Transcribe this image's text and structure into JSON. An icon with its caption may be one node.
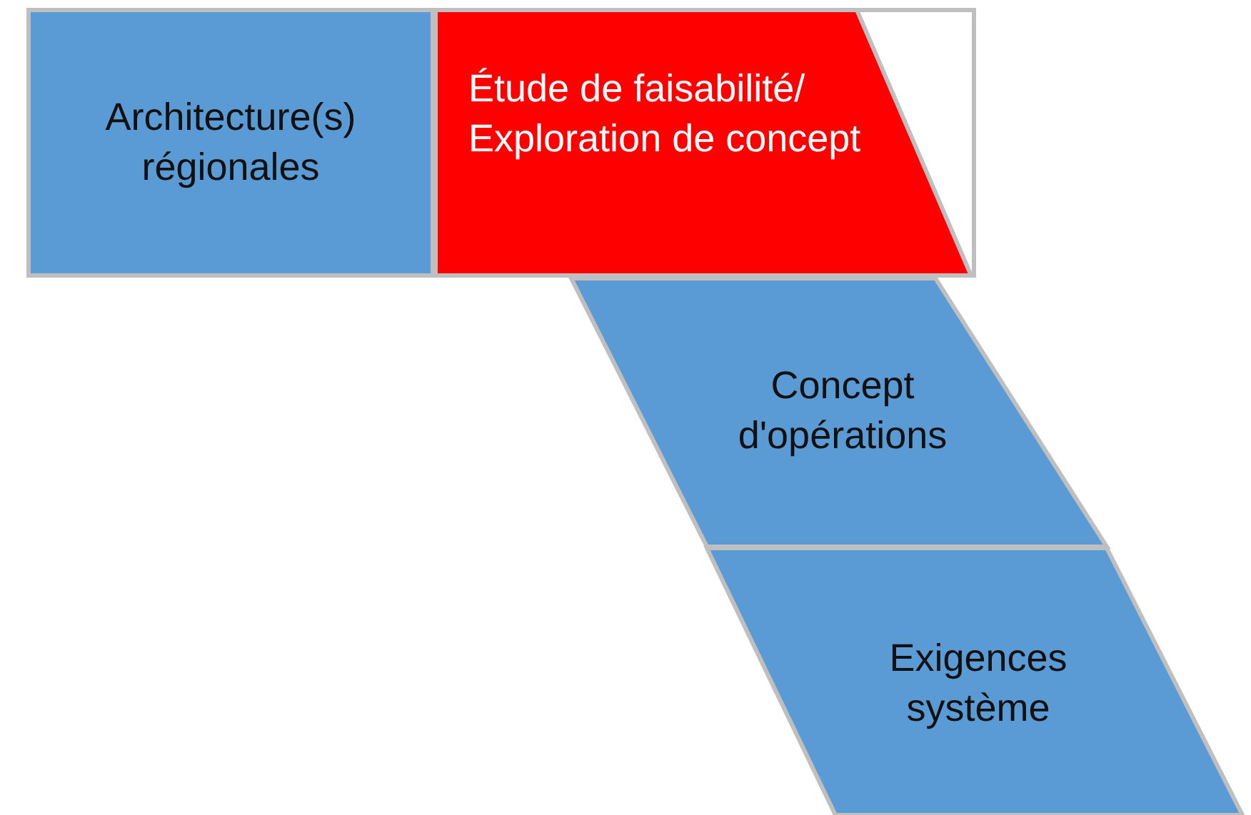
{
  "diagram": {
    "nodes": [
      {
        "text": [
          "Architecture(s) régionales"
        ]
      },
      {
        "text": [
          "Étude de faisabilité/ Exploration de concept"
        ]
      },
      {
        "text": [
          "Concept d'opérations"
        ]
      },
      {
        "text": [
          "Exigences système"
        ]
      }
    ]
  }
}
